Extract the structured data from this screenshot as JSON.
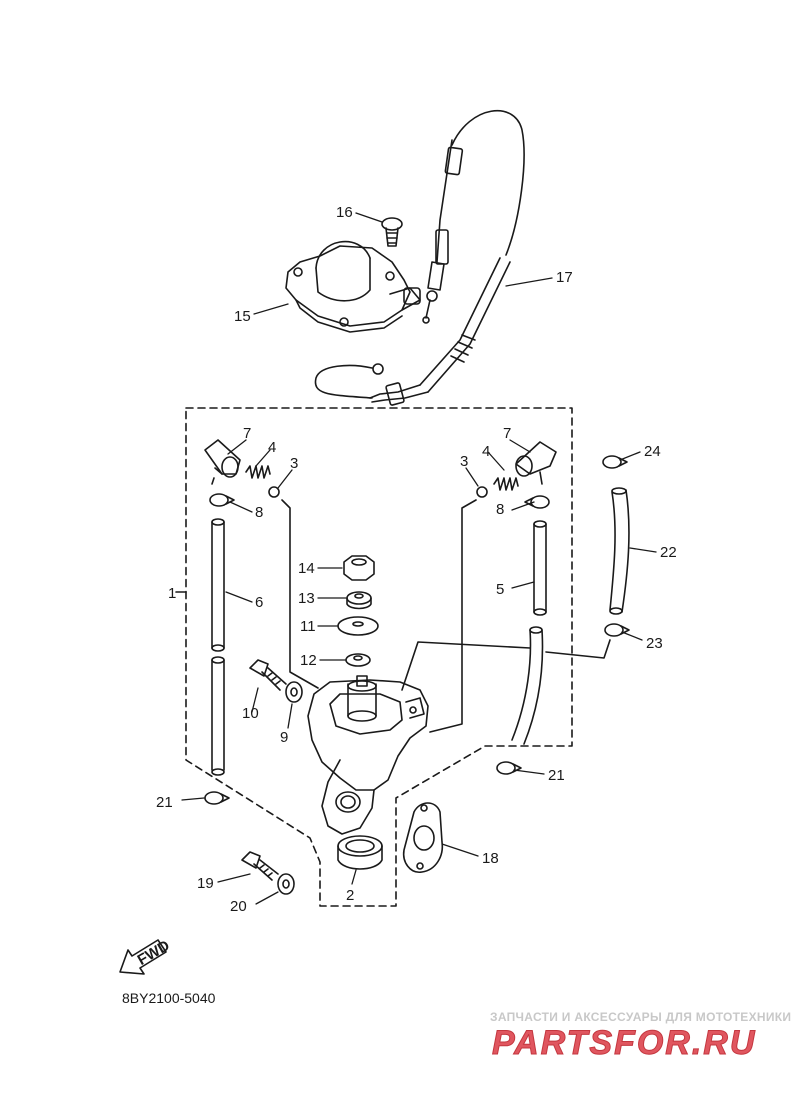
{
  "diagram_code": "8BY2100-5040",
  "fwd_label": "FWD",
  "watermark": {
    "tagline": "ЗАПЧАСТИ И АКСЕССУАРЫ ДЛЯ МОТОТЕХНИКИ",
    "brand": "PARTSFOR.RU",
    "color": "#e0565f"
  },
  "callouts": {
    "c1": "1",
    "c2": "2",
    "c3a": "3",
    "c3b": "3",
    "c4a": "4",
    "c4b": "4",
    "c5": "5",
    "c6": "6",
    "c7a": "7",
    "c7b": "7",
    "c8a": "8",
    "c8b": "8",
    "c9": "9",
    "c10": "10",
    "c11": "11",
    "c12": "12",
    "c13": "13",
    "c14": "14",
    "c15": "15",
    "c16": "16",
    "c17": "17",
    "c18": "18",
    "c19": "19",
    "c20": "20",
    "c21a": "21",
    "c21b": "21",
    "c22": "22",
    "c23": "23",
    "c24": "24"
  }
}
